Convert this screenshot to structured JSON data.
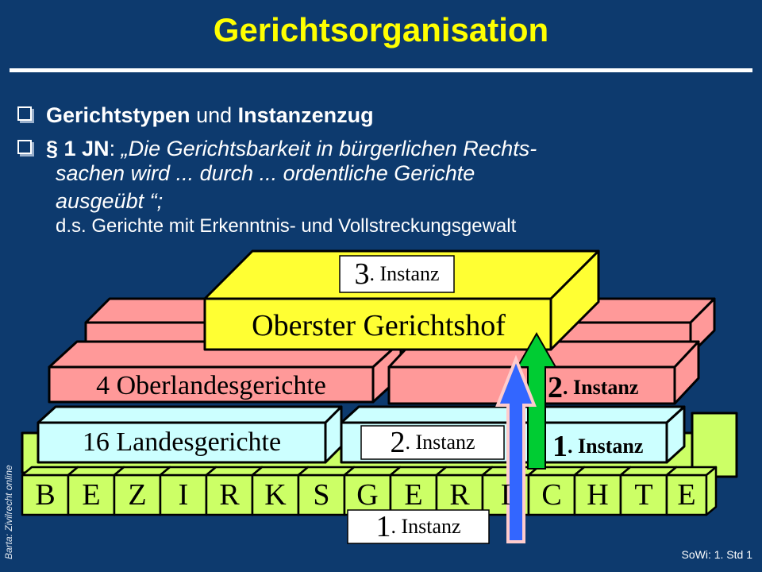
{
  "slide": {
    "title": "Gerichtsorganisation",
    "footer": "SoWi: 1. Std 1",
    "side_text": "Barta: Zivilrecht online"
  },
  "bullets": [
    {
      "bold1": "Gerichtstypen",
      "plain": " und ",
      "bold2": "Instanzenzug"
    },
    {
      "bold": "§ 1 JN",
      "colon": ": ",
      "quote_line1": "„Die Gerichtsbarkeit in bürgerlichen Rechts-",
      "quote_line2": "sachen wird  ... durch ... ordentliche Gerichte",
      "quote_line3": "ausgeübt “;",
      "note": "d.s. Gerichte mit Erkenntnis- und Vollstreckungsgewalt"
    }
  ],
  "diagram": {
    "ogh": {
      "name": "Oberster Gerichtshof",
      "instance_num": "3",
      "instance_word": ". Instanz"
    },
    "olg": {
      "name": "4 Oberlandesgerichte",
      "instance_num": "2",
      "instance_word": ". Instanz"
    },
    "lg": {
      "name": "16 Landesgerichte",
      "inst2_num": "2",
      "inst2_word": ". Instanz",
      "inst1_num": "1",
      "inst1_word": ". Instanz"
    },
    "bg": {
      "letters": [
        "B",
        "E",
        "Z",
        "I",
        "R",
        "K",
        "S",
        "G",
        "E",
        "R",
        "I",
        "C",
        "H",
        "T",
        "E"
      ],
      "instance_num": "1",
      "instance_word": ". Instanz"
    },
    "colors": {
      "ogh": "#ffff33",
      "olg": "#ff9999",
      "lg": "#ccffff",
      "bg": "#ccff66",
      "arrow_blue": "#3366ff",
      "arrow_green": "#00cc33"
    }
  }
}
